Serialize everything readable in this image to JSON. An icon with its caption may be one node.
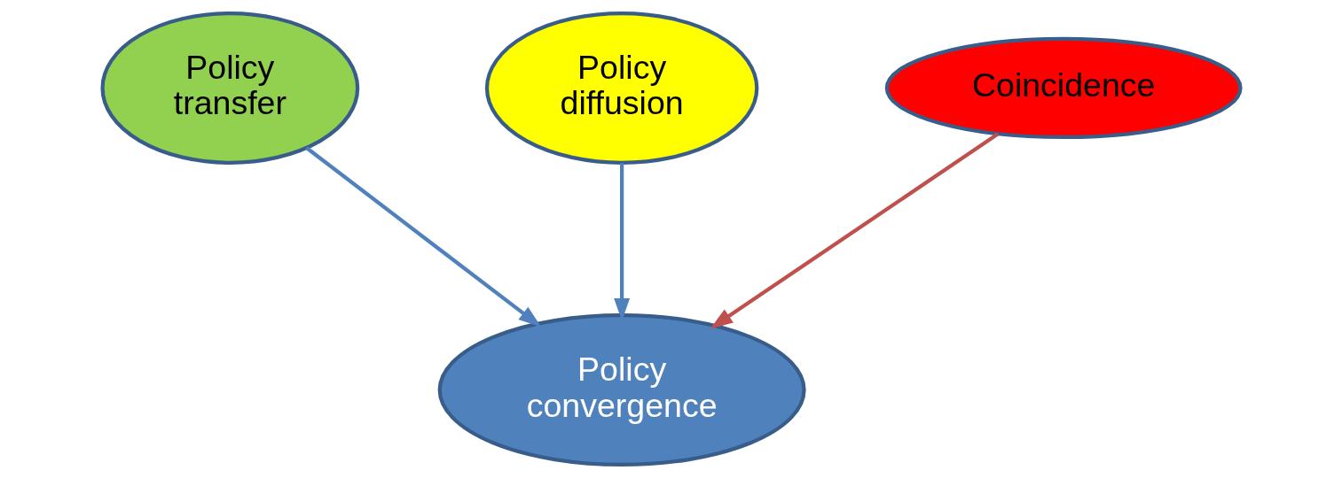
{
  "diagram": {
    "nodes": [
      {
        "text": [
          "Policy transfer"
        ]
      },
      {
        "text": [
          "Policy diffusion"
        ]
      },
      {
        "text": [
          "Coincidence"
        ]
      },
      {
        "text": [
          "Policy convergence"
        ]
      }
    ],
    "edges": [
      {
        "from": 0,
        "to": 3,
        "arrow": "to"
      },
      {
        "from": 1,
        "to": 3,
        "arrow": "to"
      },
      {
        "from": 2,
        "to": 3,
        "arrow": "to",
        "color": "#c0504d"
      }
    ]
  }
}
